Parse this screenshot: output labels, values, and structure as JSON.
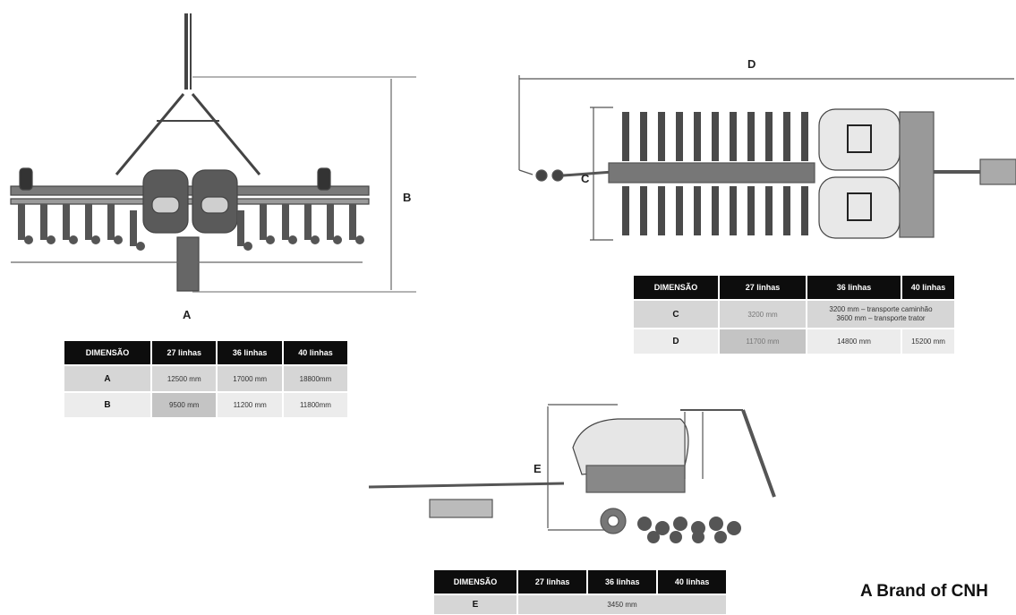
{
  "drawings": {
    "front_view_label_a": "A",
    "front_view_label_b": "B",
    "top_view_label_c": "C",
    "top_view_label_d": "D",
    "side_view_label_e": "E"
  },
  "table1": {
    "headers": [
      "DIMENSÃO",
      "27 linhas",
      "36 linhas",
      "40 linhas"
    ],
    "rows": [
      {
        "key": "A",
        "v1": "12500 mm",
        "v2": "17000 mm",
        "v3": "18800mm"
      },
      {
        "key": "B",
        "v1": "9500 mm",
        "v2": "11200 mm",
        "v3": "11800mm"
      }
    ]
  },
  "table2": {
    "headers": [
      "DIMENSÃO",
      "27 linhas",
      "36 linhas",
      "40 linhas"
    ],
    "rows": [
      {
        "key": "C",
        "v1": "3200 mm",
        "v23_line1": "3200 mm – transporte caminhão",
        "v23_line2": "3600 mm – transporte trator"
      },
      {
        "key": "D",
        "v1": "11700 mm",
        "v2": "14800 mm",
        "v3": "15200 mm"
      }
    ]
  },
  "table3": {
    "headers": [
      "DIMENSÃO",
      "27 linhas",
      "36 linhas",
      "40 linhas"
    ],
    "rows": [
      {
        "key": "E",
        "value": "3450 mm"
      }
    ]
  },
  "brand": "A Brand of CNH"
}
